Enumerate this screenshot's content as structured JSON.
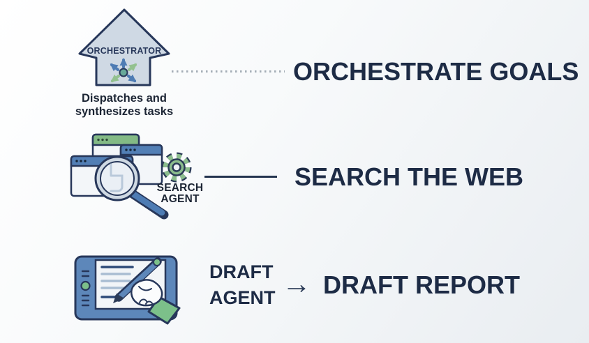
{
  "rows": [
    {
      "icon": "orchestrator-up-arrow-icon",
      "icon_label": "ORCHESTRATOR",
      "caption": "Dispatches and synthesizes tasks",
      "connector_style": "dotted",
      "heading": "ORCHESTRATE GOALS"
    },
    {
      "icon": "browser-windows-search-icon",
      "icon_label": "SEARCH AGENT",
      "connector_style": "solid",
      "heading": "SEARCH THE WEB"
    },
    {
      "icon": "tablet-drafting-icon",
      "icon_label": "DRAFT AGENT",
      "connector_style": "arrow",
      "arrow_glyph": "→",
      "heading": "DRAFT REPORT"
    }
  ],
  "colors": {
    "heading_text": "#1d2b45",
    "outline_navy": "#27375a",
    "accent_blue": "#5d87ba",
    "accent_green": "#83ba85",
    "arrow_fill_gray_blue": "#cfd9e4",
    "teal_hub": "#67a899",
    "dot_gray": "#a4adb6",
    "background_start": "#ffffff",
    "background_end": "#e9edf1"
  }
}
